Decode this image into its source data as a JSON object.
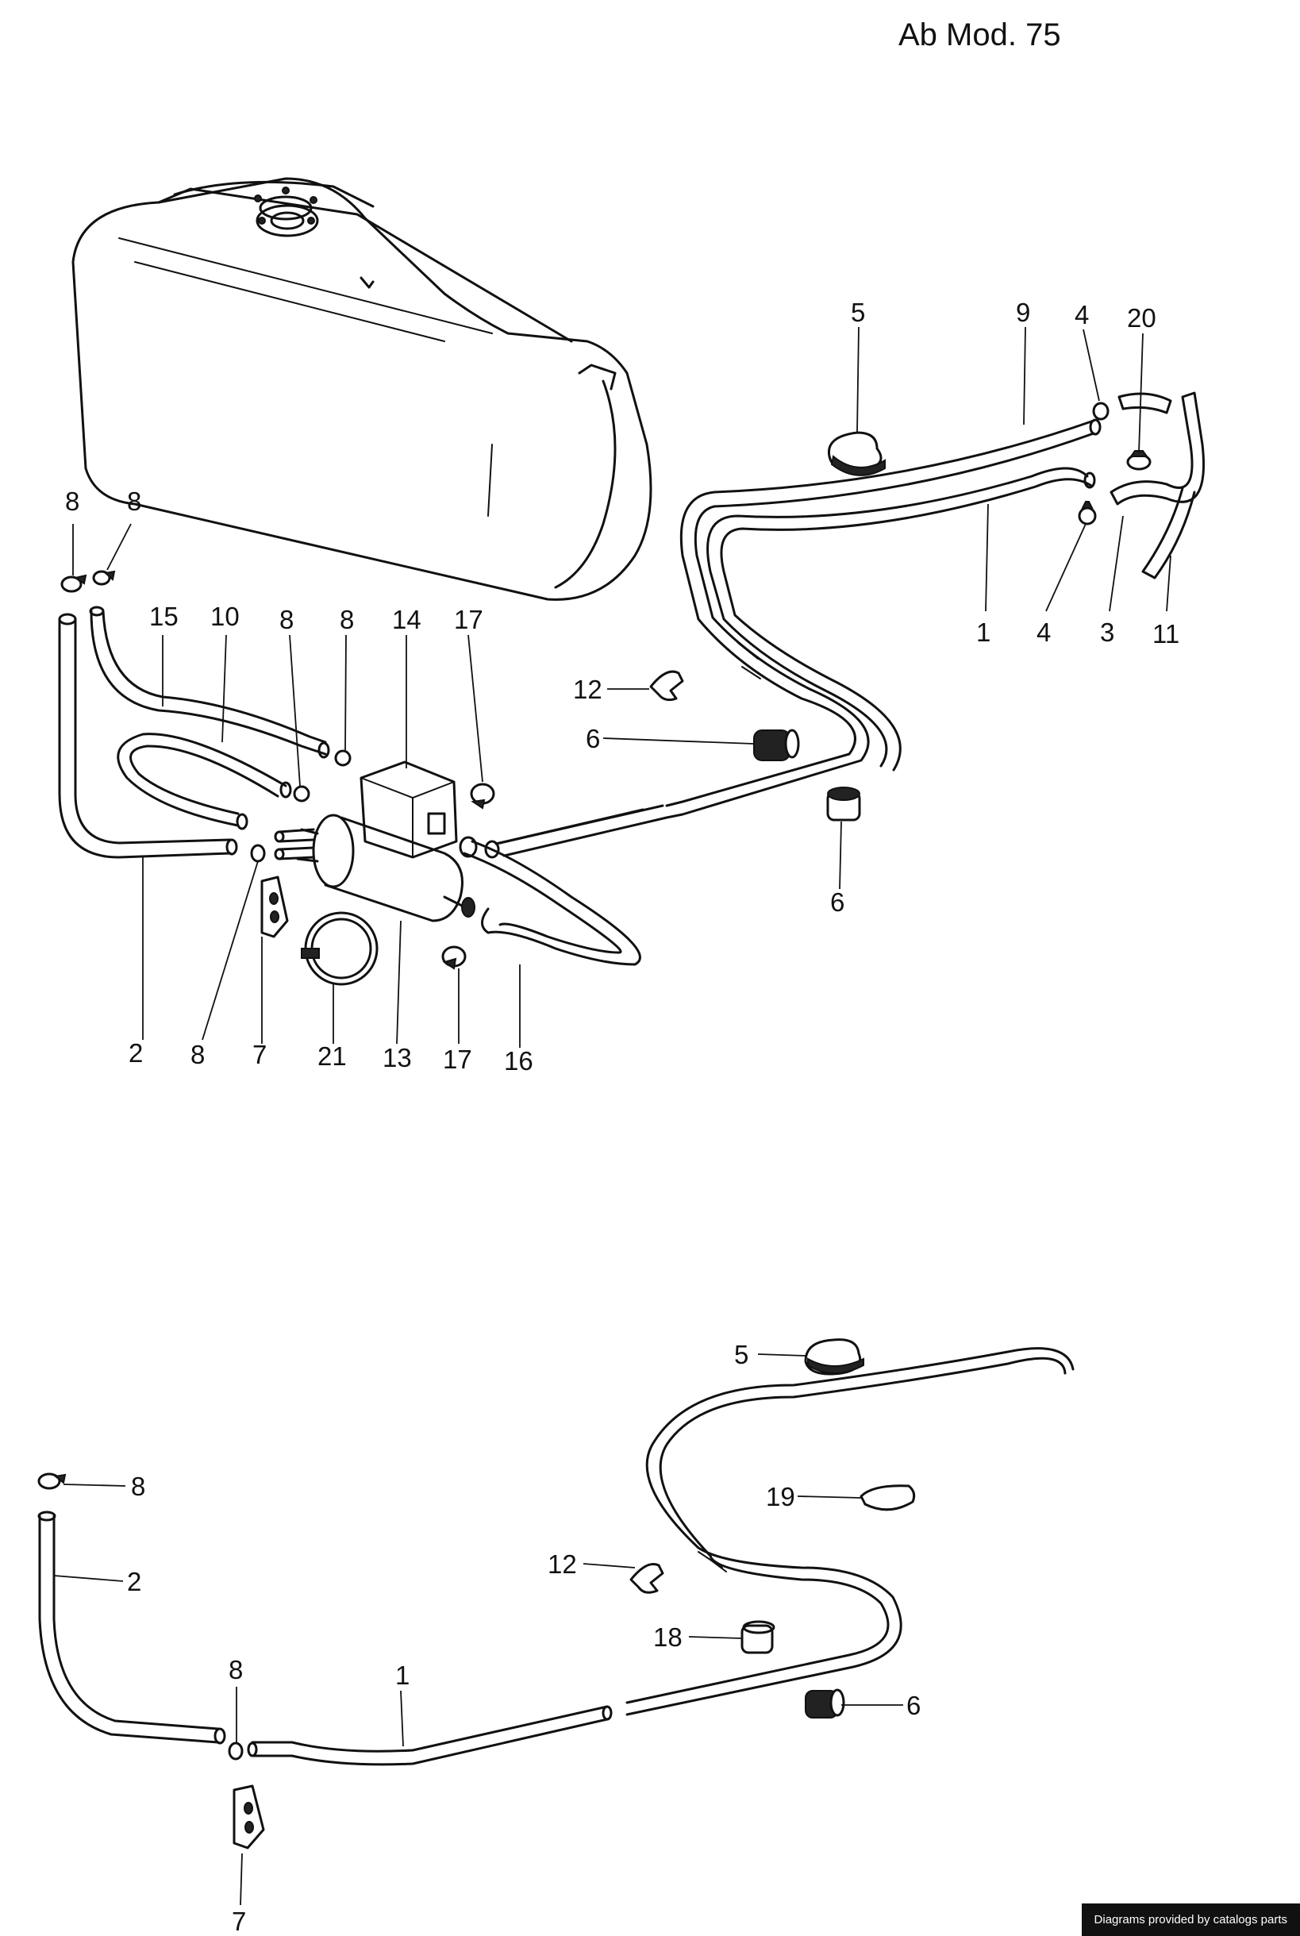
{
  "header": {
    "title": "Ab Mod. 75"
  },
  "footer": {
    "credit": "Diagrams provided by catalogs parts"
  },
  "callouts": {
    "top": [
      "5",
      "9",
      "4",
      "20",
      "1",
      "4",
      "3",
      "11",
      "8",
      "8",
      "15",
      "10",
      "8",
      "8",
      "14",
      "17",
      "12",
      "6",
      "6",
      "2",
      "8",
      "7",
      "21",
      "13",
      "17",
      "16"
    ],
    "bottom": [
      "5",
      "19",
      "8",
      "2",
      "12",
      "18",
      "8",
      "1",
      "6",
      "7"
    ]
  }
}
